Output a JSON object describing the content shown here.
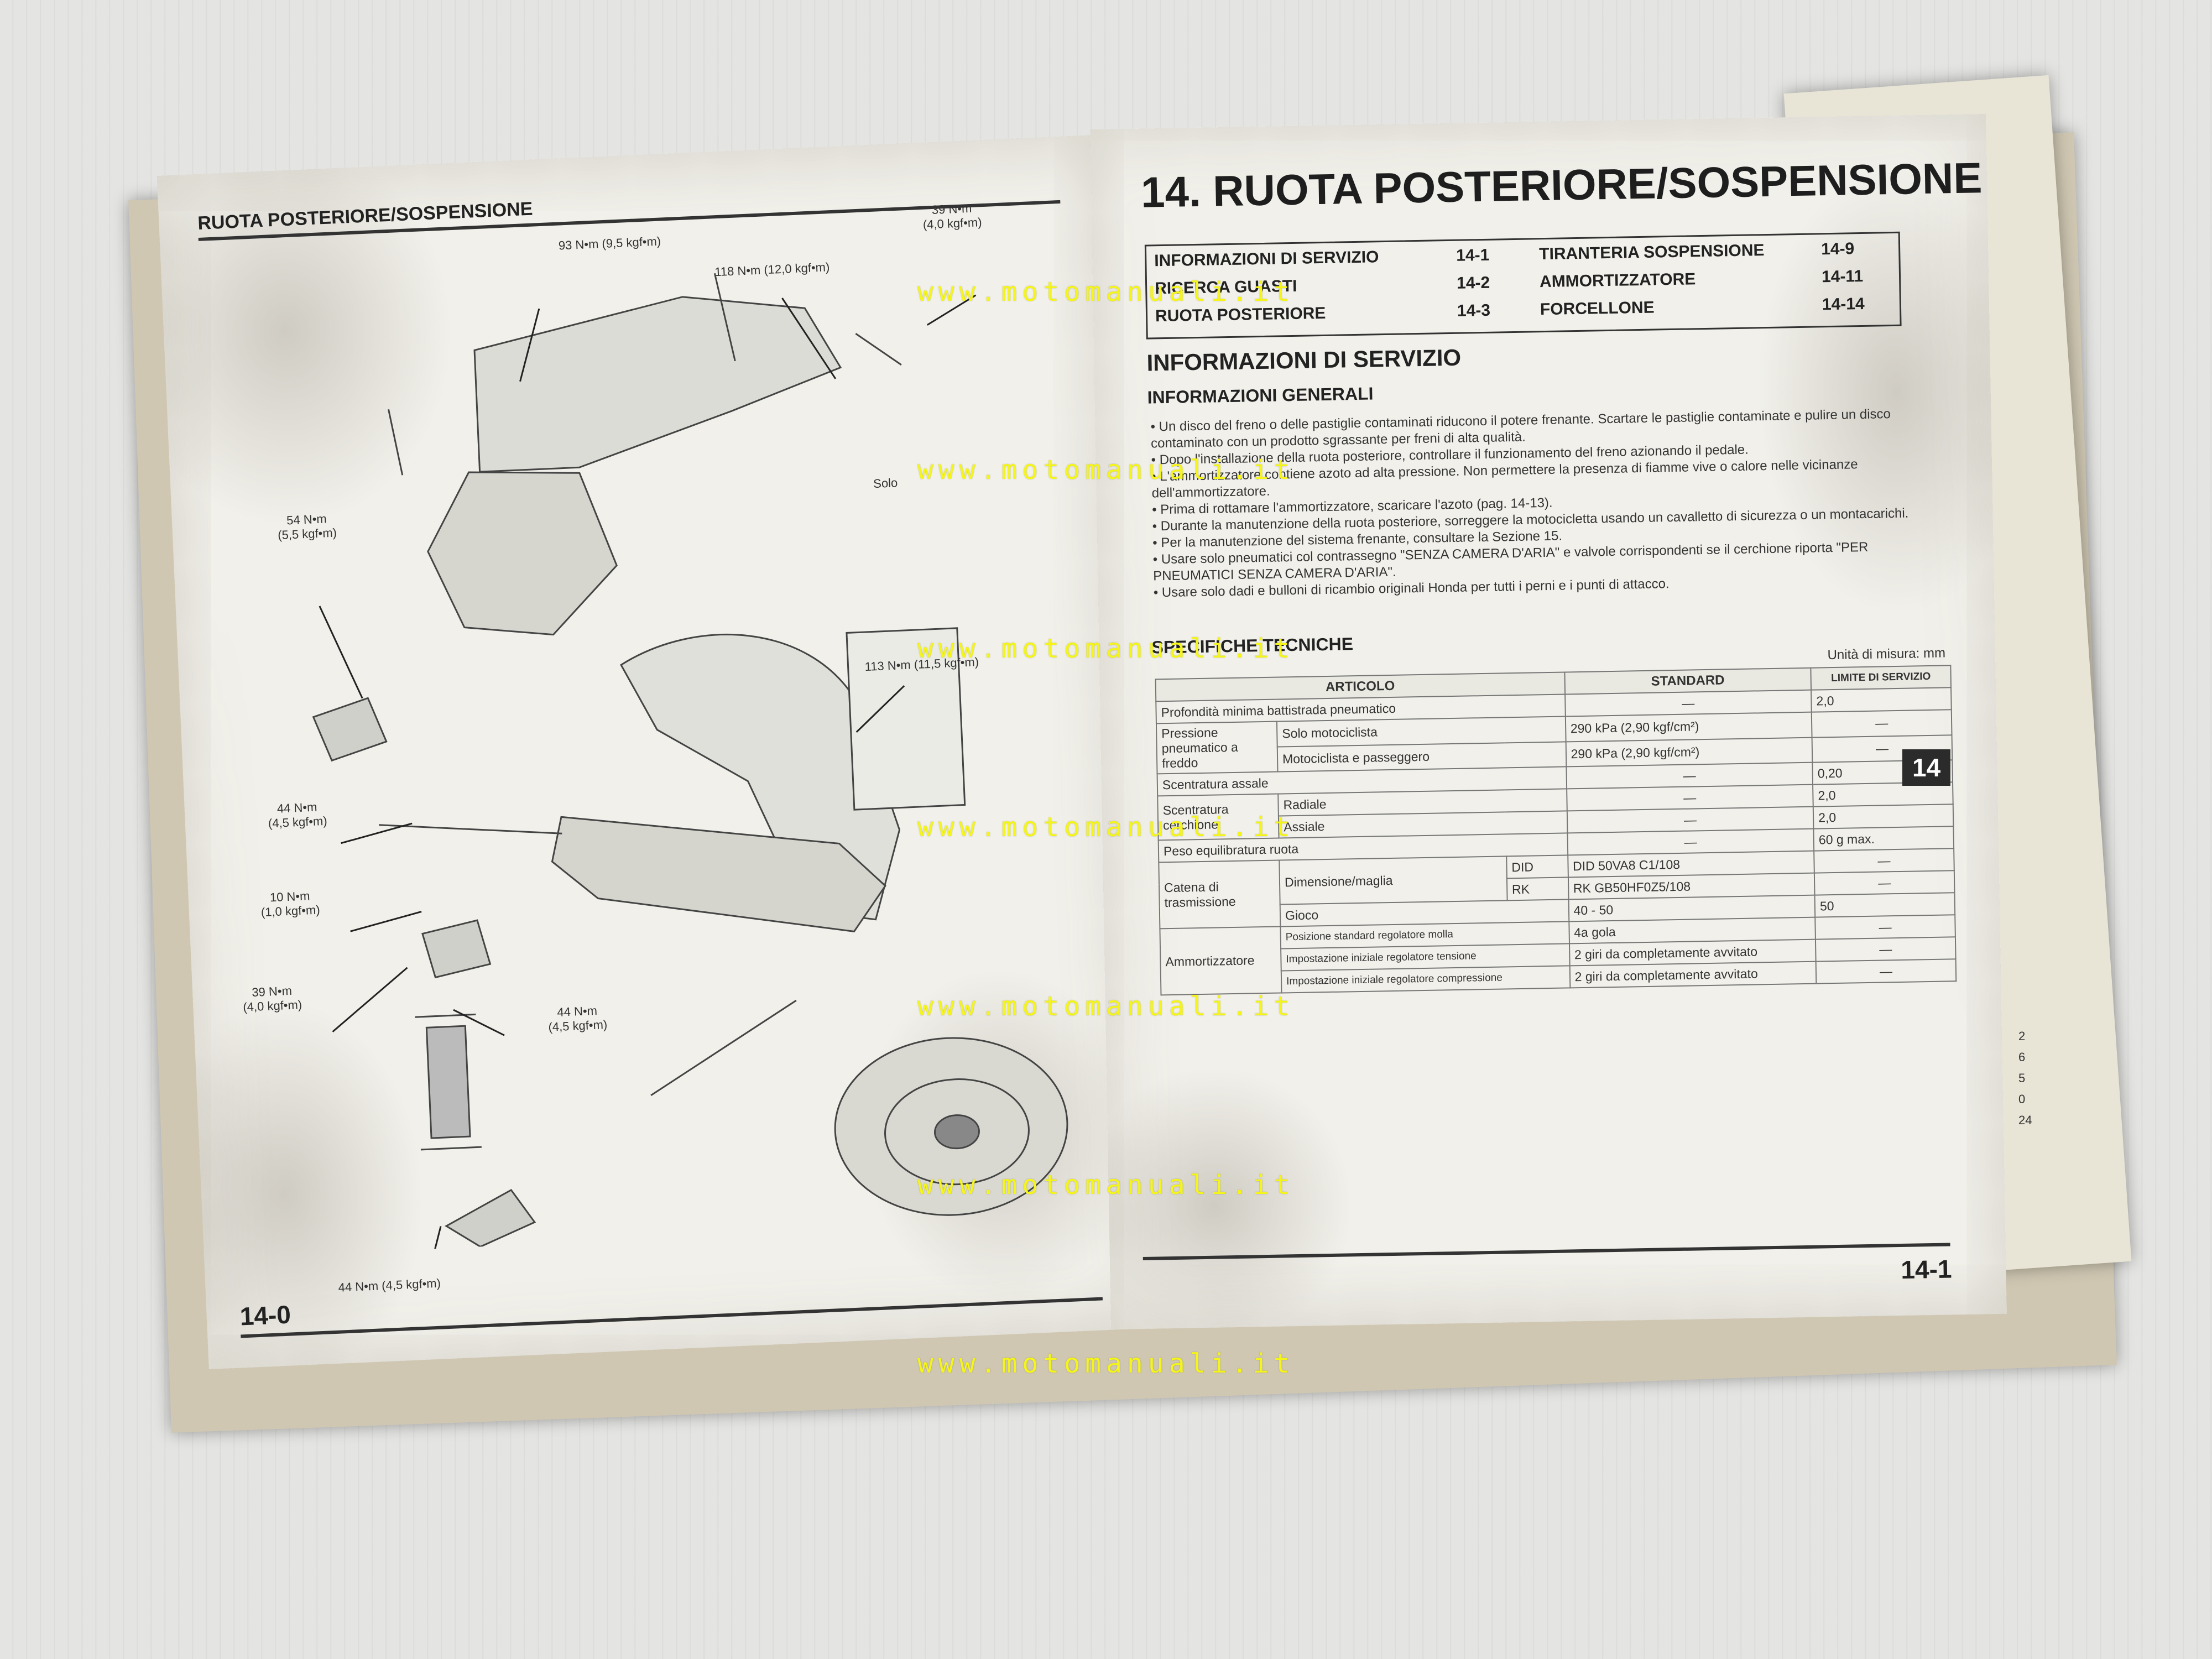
{
  "left_page": {
    "header": "RUOTA POSTERIORE/SOSPENSIONE",
    "page_number": "14-0",
    "inset_label": "Solo",
    "torque_labels": [
      "93 N•m (9,5 kgf•m)",
      "39 N•m\n(4,0 kgf•m)",
      "118 N•m (12,0 kgf•m)",
      "54 N•m\n(5,5 kgf•m)",
      "113 N•m (11,5 kgf•m)",
      "44 N•m\n(4,5 kgf•m)",
      "10 N•m\n(1,0 kgf•m)",
      "39 N•m\n(4,0 kgf•m)",
      "44 N•m\n(4,5 kgf•m)",
      "44 N•m (4,5 kgf•m)"
    ]
  },
  "right_page": {
    "chapter_title": "14. RUOTA POSTERIORE/SOSPENSIONE",
    "toc": [
      {
        "label": "INFORMAZIONI DI SERVIZIO",
        "page": "14-1"
      },
      {
        "label": "RICERCA GUASTI",
        "page": "14-2"
      },
      {
        "label": "RUOTA POSTERIORE",
        "page": "14-3"
      },
      {
        "label": "TIRANTERIA SOSPENSIONE",
        "page": "14-9"
      },
      {
        "label": "AMMORTIZZATORE",
        "page": "14-11"
      },
      {
        "label": "FORCELLONE",
        "page": "14-14"
      }
    ],
    "section_title": "INFORMAZIONI DI SERVIZIO",
    "subsection_general": "INFORMAZIONI GENERALI",
    "bullets": [
      "• Un disco del freno o delle pastiglie contaminati riducono il potere frenante. Scartare le pastiglie contaminate e pulire un disco contaminato con un prodotto sgrassante per freni di alta qualità.",
      "• Dopo l'installazione della ruota posteriore, controllare il funzionamento del freno azionando il pedale.",
      "• L'ammortizzatore contiene azoto ad alta pressione. Non permettere la presenza di fiamme vive o calore nelle vicinanze dell'ammortizzatore.",
      "• Prima di rottamare l'ammortizzatore, scaricare l'azoto (pag. 14-13).",
      "• Durante la manutenzione della ruota posteriore, sorreggere la motocicletta usando un cavalletto di sicurezza o un montacarichi.",
      "• Per la manutenzione del sistema frenante, consultare la Sezione 15.",
      "• Usare solo pneumatici col contrassegno \"SENZA CAMERA D'ARIA\" e valvole corrispondenti se il cerchione riporta \"PER PNEUMATICI SENZA CAMERA D'ARIA\".",
      "• Usare solo dadi e bulloni di ricambio originali Honda per tutti i perni e i punti di attacco."
    ],
    "subsection_specs": "SPECIFICHE TECNICHE",
    "units_note": "Unità di misura: mm",
    "table_headers": [
      "ARTICOLO",
      "STANDARD",
      "LIMITE DI SERVIZIO"
    ],
    "table": {
      "r1": {
        "a": "Profondità minima battistrada pneumatico",
        "s": "—",
        "l": "2,0"
      },
      "r2_group": "Pressione pneumatico a freddo",
      "r2a": {
        "a": "Solo motociclista",
        "s": "290 kPa (2,90 kgf/cm²)",
        "l": "—"
      },
      "r2b": {
        "a": "Motociclista e passeggero",
        "s": "290 kPa (2,90 kgf/cm²)",
        "l": "—"
      },
      "r3": {
        "a": "Scentratura assale",
        "s": "—",
        "l": "0,20"
      },
      "r4_group": "Scentratura cerchione",
      "r4a": {
        "a": "Radiale",
        "s": "—",
        "l": "2,0"
      },
      "r4b": {
        "a": "Assiale",
        "s": "—",
        "l": "2,0"
      },
      "r5": {
        "a": "Peso equilibratura ruota",
        "s": "—",
        "l": "60 g max."
      },
      "r6_group": "Catena di trasmissione",
      "r6_sub": "Dimensione/maglia",
      "r6a": {
        "brand": "DID",
        "s": "DID 50VA8 C1/108",
        "l": "—"
      },
      "r6b": {
        "brand": "RK",
        "s": "RK GB50HF0Z5/108",
        "l": "—"
      },
      "r6c": {
        "a": "Gioco",
        "s": "40 - 50",
        "l": "50"
      },
      "r7_group": "Ammortizzatore",
      "r7a": {
        "a": "Posizione standard regolatore molla",
        "s": "4a gola",
        "l": "—"
      },
      "r7b": {
        "a": "Impostazione iniziale regolatore tensione",
        "s": "2 giri da completamente avvitato",
        "l": "—"
      },
      "r7c": {
        "a": "Impostazione iniziale regolatore compressione",
        "s": "2 giri da completamente avvitato",
        "l": "—"
      }
    },
    "tab_label": "14",
    "page_number": "14-1",
    "side_marks": [
      "2",
      "6",
      "5",
      "0",
      "24"
    ]
  },
  "watermark": "www.motomanuali.it"
}
